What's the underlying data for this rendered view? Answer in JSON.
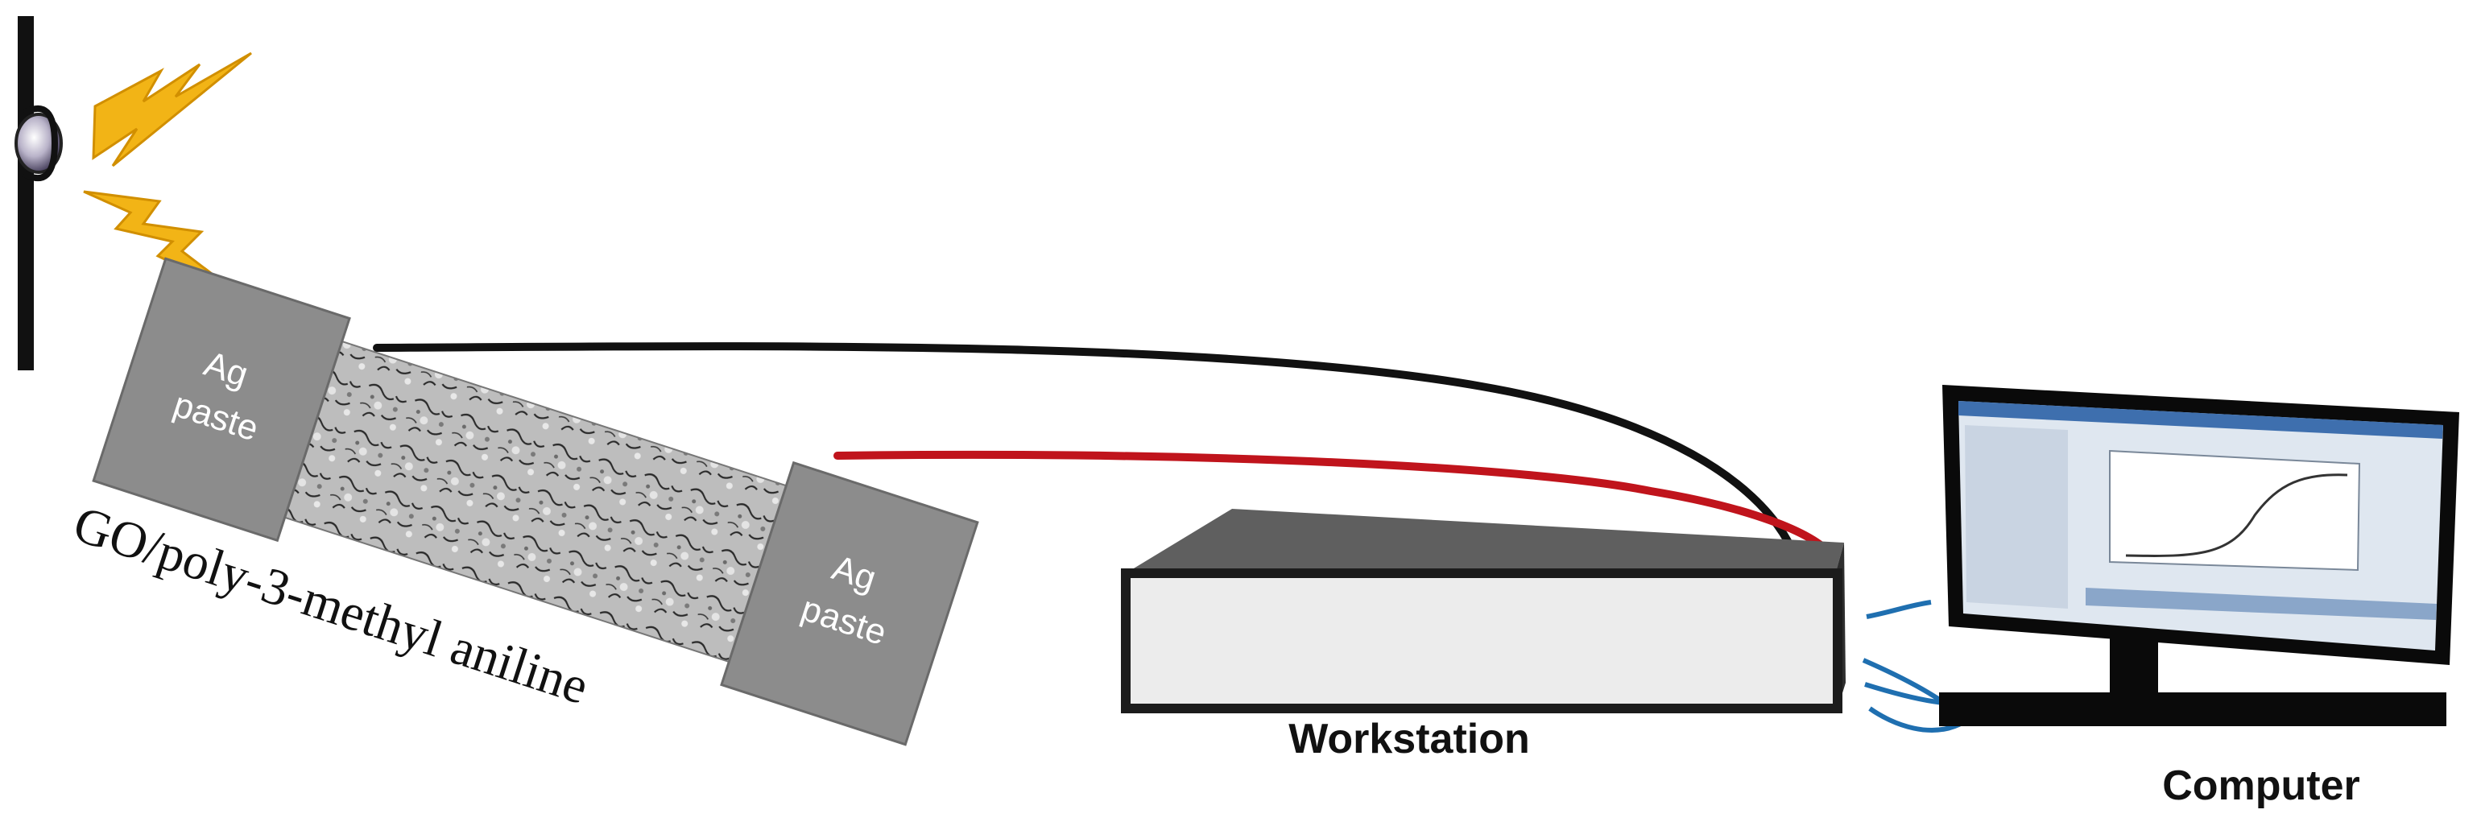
{
  "sample": {
    "material_label": "GO/poly-3-methyl aniline",
    "electrode_left": {
      "line1": "Ag",
      "line2": "paste"
    },
    "electrode_right": {
      "line1": "Ag",
      "line2": "paste"
    }
  },
  "devices": {
    "workstation_label": "Workstation",
    "computer_label": "Computer"
  },
  "colors": {
    "electrode": "#8c8c8c",
    "film": "#b8b8b8",
    "wire_black": "#111111",
    "wire_red": "#c0141c",
    "lightning": "#f2b416",
    "box_body": "#5f5f5f",
    "box_front": "#ececec",
    "monitor": "#0a0a0a",
    "screen": "#dfe7f0",
    "cable_blue": "#1f6fb0"
  },
  "icons": {
    "light_source": "lamp-icon",
    "illumination": "lightning-icon"
  }
}
